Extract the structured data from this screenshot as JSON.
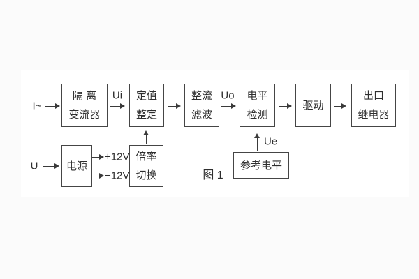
{
  "figure": {
    "caption": "图 1",
    "type": "block-diagram"
  },
  "signals": {
    "input_current": "I~",
    "input_voltage": "U",
    "ui": "Ui",
    "uo": "Uo",
    "ue": "Ue",
    "plus12v": "+12V",
    "minus12v": "−12V"
  },
  "blocks": {
    "isolation": {
      "line1": "隔 离",
      "line2": "变流器"
    },
    "setpoint": {
      "line1": "定值",
      "line2": "整定"
    },
    "rectifier": {
      "line1": "整流",
      "line2": "滤波"
    },
    "level_detect": {
      "line1": "电平",
      "line2": "检测"
    },
    "drive": {
      "label": "驱动"
    },
    "output_relay": {
      "line1": "出口",
      "line2": "继电器"
    },
    "power": {
      "label": "电源"
    },
    "ratio_switch": {
      "line1": "倍率",
      "line2": "切换"
    },
    "reference_level": {
      "label": "参考电平"
    }
  },
  "colors": {
    "line": "#3a3a3a",
    "text": "#2e2e2e",
    "panel": "#ffffff",
    "background": "#fbfbfb"
  }
}
